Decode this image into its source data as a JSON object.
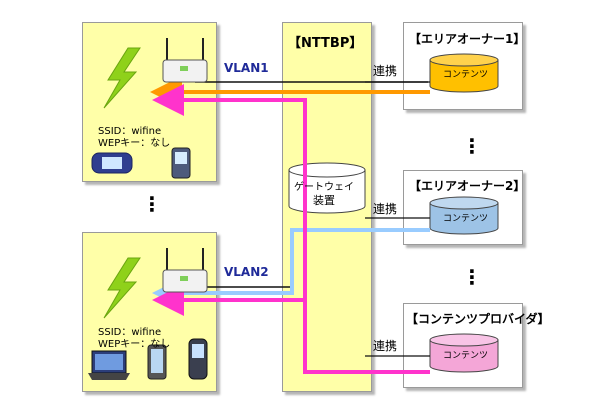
{
  "center": {
    "title": "【NTTBP】",
    "gateway": [
      "ゲートウェイ",
      "装置"
    ]
  },
  "hotspots": [
    {
      "ssid": "SSID：wifine",
      "wep": "WEPキー：なし",
      "vlan": "VLAN1",
      "devices": [
        "game-console",
        "phone"
      ]
    },
    {
      "ssid": "SSID：wifine",
      "wep": "WEPキー：なし",
      "vlan": "VLAN2",
      "devices": [
        "laptop",
        "smartphone",
        "flip-phone"
      ]
    }
  ],
  "providers": [
    {
      "title": "【エリアオーナー1】",
      "content": "コンテンツ",
      "link": "連携",
      "color": "#ffc000"
    },
    {
      "title": "【エリアオーナー2】",
      "content": "コンテンツ",
      "link": "連携",
      "color": "#9dc3e6"
    },
    {
      "title": "【コンテンツプロバイダ】",
      "content": "コンテンツ",
      "link": "連携",
      "color": "#f4a6d7"
    }
  ],
  "ellipsis": "⋮",
  "colors": {
    "magenta": "#ff33cc",
    "orange": "#ff9900",
    "lightblue": "#99ccff",
    "panel": "#ffffa8",
    "bolt": "#8fd11a"
  }
}
